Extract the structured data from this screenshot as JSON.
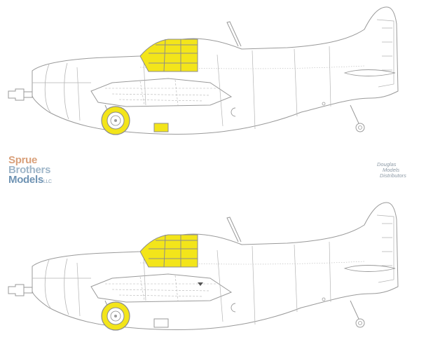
{
  "colors": {
    "outline": "#9a9a9a",
    "panel": "#b4b4b4",
    "mask": "#f3e51a",
    "mask_edge": "#8c8c8c",
    "background": "#ffffff"
  },
  "watermark_left": {
    "line1": "Sprue",
    "line2": "Brothers",
    "line3": "Models",
    "suffix": "LLC"
  },
  "watermark_right": {
    "line1": "Douglas",
    "line2": "Models",
    "line3": "Distributors"
  },
  "views": [
    {
      "id": "top-view",
      "masks": [
        "canopy",
        "wheel",
        "small-panel"
      ]
    },
    {
      "id": "bottom-view",
      "masks": [
        "canopy",
        "wheel"
      ]
    }
  ]
}
